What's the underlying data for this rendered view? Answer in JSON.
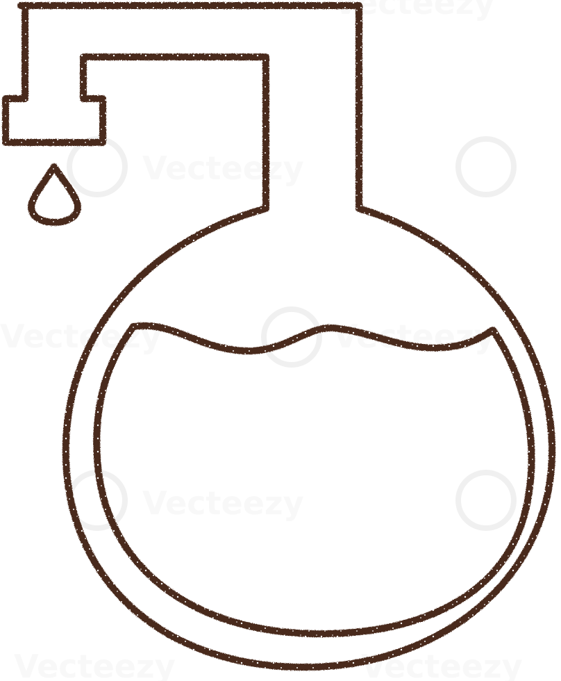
{
  "illustration": {
    "subject": "round-bottom flask with bent tube and falling drop",
    "style": "charcoal stroke outline",
    "stroke_color": "#4a2a1c",
    "speckle_color": "#ffffff",
    "background_color": "#ffffff"
  },
  "watermark": {
    "text": "Vecteezy",
    "color": "#e0e0e0"
  }
}
